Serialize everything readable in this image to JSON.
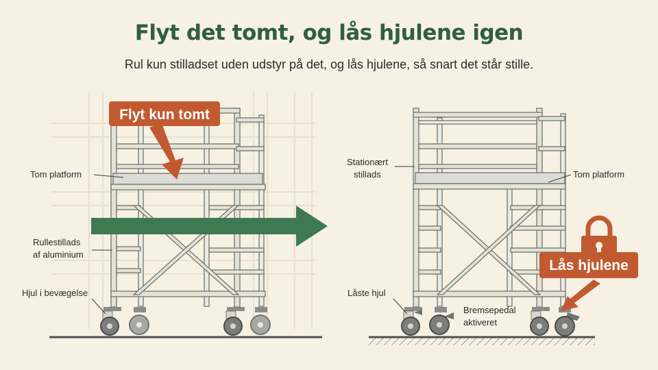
{
  "header": {
    "title": "Flyt det tomt, og lås hjulene igen",
    "subtitle": "Rul kun stilladset uden udstyr på det, og lås hjulene, så snart det står stille."
  },
  "left_panel": {
    "callout": "Flyt kun tomt",
    "labels": {
      "platform": "Tom platform",
      "scaffold_line1": "Rullestillads",
      "scaffold_line2": "af aluminium",
      "wheels": "Hjul i bevægelse"
    }
  },
  "right_panel": {
    "callout": "Lås hjulene",
    "labels": {
      "stationary_line1": "Stationært",
      "stationary_line2": "stillads",
      "platform": "Tom platform",
      "locked_wheels": "Låste hjul",
      "pedal_line1": "Bremsepedal",
      "pedal_line2": "aktiveret"
    }
  },
  "colors": {
    "background": "#f6f1e3",
    "title_green": "#2f5f3f",
    "arrow_green": "#3d7a52",
    "callout_orange": "#c15a31",
    "frame_light": "#e4e2d6",
    "frame_stroke": "#6f7470",
    "platform": "#dcdcd6",
    "ground": "#4f4f4f"
  },
  "icons": [
    "move-arrow-icon",
    "down-arrow-icon",
    "padlock-icon"
  ]
}
